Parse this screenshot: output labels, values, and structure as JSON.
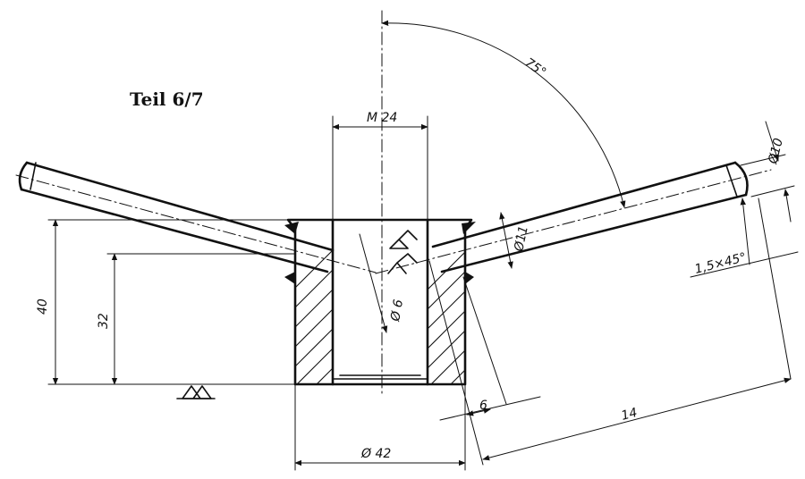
{
  "title": "Teil 6/7",
  "dimensions": {
    "thread": "M 24",
    "angle": "75°",
    "rod_diameter": "Ø10",
    "hole_diameter": "Ø11",
    "chamfer": "1,5×45°",
    "height_total": "40",
    "height_inner": "32",
    "hole_small": "Ø 6",
    "offset": "6",
    "length": "14",
    "outer_diameter": "Ø 42"
  },
  "colors": {
    "ink": "#111111",
    "paper": "#ffffff"
  }
}
